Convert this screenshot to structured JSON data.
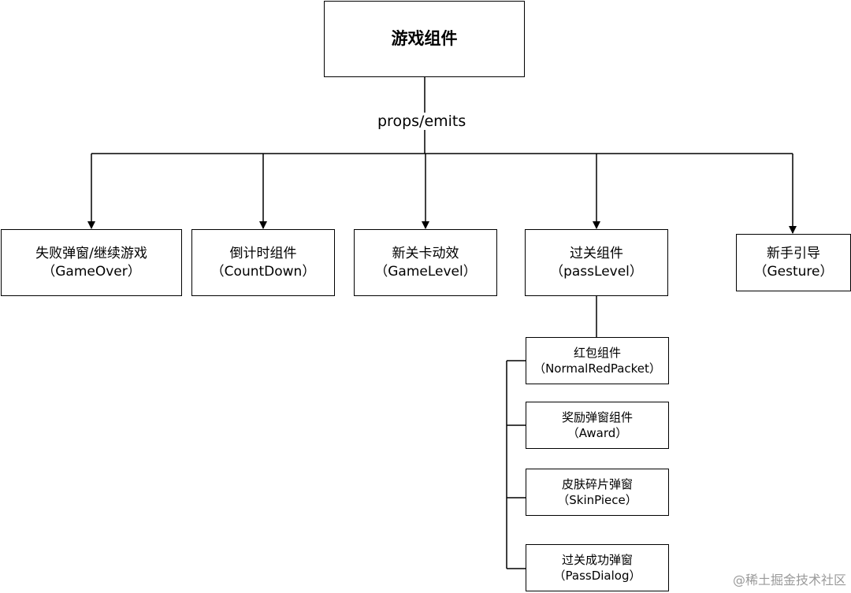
{
  "diagram": {
    "root": {
      "label": "游戏组件"
    },
    "edge_label": "props/emits",
    "children": [
      {
        "id": "gameover",
        "line1": "失败弹窗/继续游戏",
        "line2": "（GameOver）"
      },
      {
        "id": "countdown",
        "line1": "倒计时组件",
        "line2": "（CountDown）"
      },
      {
        "id": "gamelevel",
        "line1": "新关卡动效",
        "line2": "（GameLevel）"
      },
      {
        "id": "passlevel",
        "line1": "过关组件",
        "line2": "（passLevel）"
      },
      {
        "id": "gesture",
        "line1": "新手引导",
        "line2": "（Gesture）"
      }
    ],
    "pass_children": [
      {
        "id": "redpacket",
        "line1": "红包组件",
        "line2": "（NormalRedPacket）"
      },
      {
        "id": "award",
        "line1": "奖励弹窗组件",
        "line2": "（Award）"
      },
      {
        "id": "skinpiece",
        "line1": "皮肤碎片弹窗",
        "line2": "（SkinPiece）"
      },
      {
        "id": "passdialog",
        "line1": "过关成功弹窗",
        "line2": "（PassDialog）"
      }
    ]
  },
  "watermark": "@稀土掘金技术社区"
}
